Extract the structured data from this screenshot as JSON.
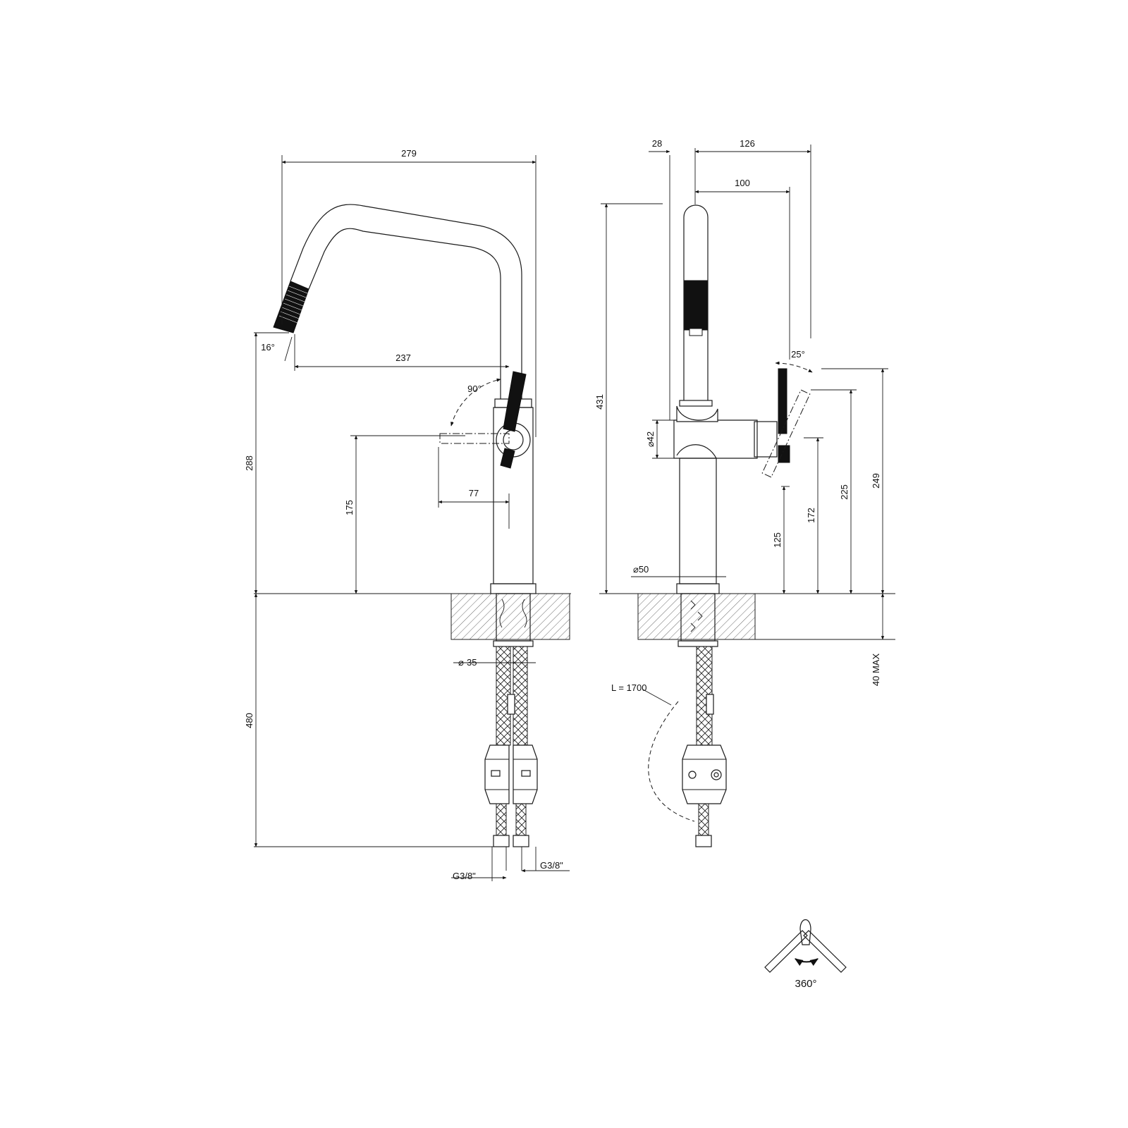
{
  "dimensions": {
    "front_total_width": "279",
    "spout_angle": "16°",
    "spout_reach": "237",
    "lever_rotation": "90°",
    "total_height_front": "288",
    "lever_axis_height": "175",
    "lever_offset": "77",
    "hose_length_front": "480",
    "base_diameter": "35",
    "inlet_left": "G3/8\"",
    "inlet_right": "G3/8\"",
    "side_offset_28": "28",
    "side_width_126": "126",
    "side_width_100": "100",
    "side_total_height": "431",
    "body_diameter": "42",
    "lever_angle": "25°",
    "height_249": "249",
    "height_225": "225",
    "height_172": "172",
    "height_125": "125",
    "column_diameter": "50",
    "pull_out_hose": "L = 1700",
    "deck_thickness": "40 MAX",
    "swivel": "360°"
  },
  "colors": {
    "line": "#1a1a1a",
    "accent_black": "#111111",
    "background": "#ffffff"
  }
}
